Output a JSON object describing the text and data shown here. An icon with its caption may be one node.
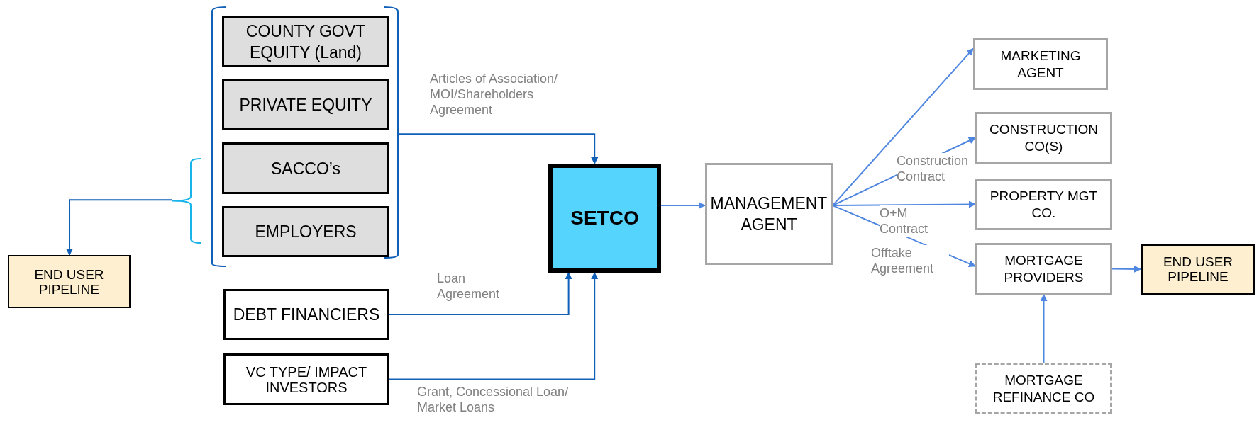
{
  "diagram": {
    "nodes": [
      {
        "text": [
          "END USER PIPELINE"
        ]
      },
      {
        "text": [],
        "shape": "bracket"
      },
      {
        "text": [
          "COUNTY GOVT EQUITY (Land)"
        ],
        "in": 1
      },
      {
        "text": [
          "PRIVATE EQUITY"
        ],
        "in": 1
      },
      {
        "text": [
          "SACCO’s"
        ],
        "in": 1
      },
      {
        "text": [
          "EMPLOYERS"
        ],
        "in": 1
      },
      {
        "text": [],
        "shape": "brace"
      },
      {
        "text": [
          "DEBT FINANCIERS"
        ]
      },
      {
        "text": [
          "VC TYPE/ IMPACT INVESTORS"
        ]
      },
      {
        "text": [
          "SETCO"
        ]
      },
      {
        "text": [
          "MANAGEMENT AGENT"
        ]
      },
      {
        "text": [
          "MARKETING AGENT"
        ]
      },
      {
        "text": [
          "CONSTRUCTION CO(S)"
        ]
      },
      {
        "text": [
          "PROPERTY MGT CO."
        ]
      },
      {
        "text": [
          "MORTGAGE PROVIDERS"
        ]
      },
      {
        "text": [
          "END USER PIPELINE"
        ]
      },
      {
        "text": [
          "MORTGAGE REFINANCE CO"
        ]
      }
    ],
    "edges": [
      {
        "from": 6,
        "to": 0,
        "arrow": "to",
        "color": "#1060b8"
      },
      {
        "from": 1,
        "to": 9,
        "arrow": "to",
        "color": "#1060b8",
        "label": "Articles of Association/ MOI/Shareholders Agreement"
      },
      {
        "from": 7,
        "to": 9,
        "arrow": "to",
        "color": "#1060b8",
        "label": "Loan Agreement"
      },
      {
        "from": 8,
        "to": 9,
        "arrow": "to",
        "color": "#1060b8",
        "label": "Grant, Concessional Loan/ Market Loans"
      },
      {
        "from": 9,
        "to": 10,
        "arrow": "to"
      },
      {
        "from": 10,
        "to": 11,
        "arrow": "to"
      },
      {
        "from": 10,
        "to": 12,
        "arrow": "to",
        "label": "Construction Contract"
      },
      {
        "from": 10,
        "to": 13,
        "arrow": "to",
        "label": "O+M Contract"
      },
      {
        "from": 10,
        "to": 14,
        "arrow": "to",
        "label": "Offtake Agreement"
      },
      {
        "from": 14,
        "to": 15,
        "arrow": "to"
      },
      {
        "from": 16,
        "to": 14,
        "arrow": "to"
      }
    ]
  }
}
